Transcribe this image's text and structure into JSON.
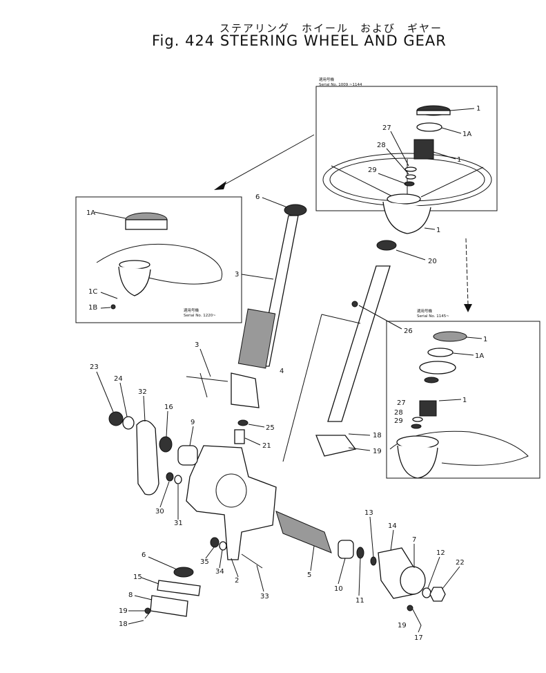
{
  "title": {
    "japanese": "ステアリング　ホイール　および　ギヤー",
    "english": "Fig. 424   STEERING  WHEEL  AND  GEAR"
  },
  "insets": {
    "top_right": {
      "caption_jp": "適用号機",
      "caption_serial": "Serial No. 1009 ~1144"
    },
    "left": {
      "caption_jp": "適用号機",
      "caption_serial": "Serial No. 1220~"
    },
    "bottom_right": {
      "caption_jp": "適用号機",
      "caption_serial": "Serial No. 1145~"
    }
  },
  "callouts": {
    "tr_1a": "1",
    "tr_1b": "1A",
    "tr_1c": "1",
    "tr_1d": "1",
    "tr_27": "27",
    "tr_28": "28",
    "tr_29": "29",
    "l_1a": "1A",
    "l_1c": "1C",
    "l_1b": "1B",
    "br_1a": "1",
    "br_1b": "1A",
    "br_1c": "1",
    "br_27": "27",
    "br_28": "28",
    "br_29": "29",
    "p6a": "6",
    "p3a": "3",
    "p20": "20",
    "p26": "26",
    "p4": "4",
    "p3b": "3",
    "p23": "23",
    "p24": "24",
    "p32": "32",
    "p16": "16",
    "p9": "9",
    "p25": "25",
    "p21": "21",
    "p18a": "18",
    "p19a": "19",
    "p30": "30",
    "p31": "31",
    "p13": "13",
    "p14": "14",
    "p7": "7",
    "p12": "12",
    "p22": "22",
    "p6b": "6",
    "p15": "15",
    "p35": "35",
    "p34": "34",
    "p2": "2",
    "p33": "33",
    "p5": "5",
    "p10": "10",
    "p11": "11",
    "p8": "8",
    "p19b": "19",
    "p18b": "18",
    "p19c": "19",
    "p17": "17"
  }
}
